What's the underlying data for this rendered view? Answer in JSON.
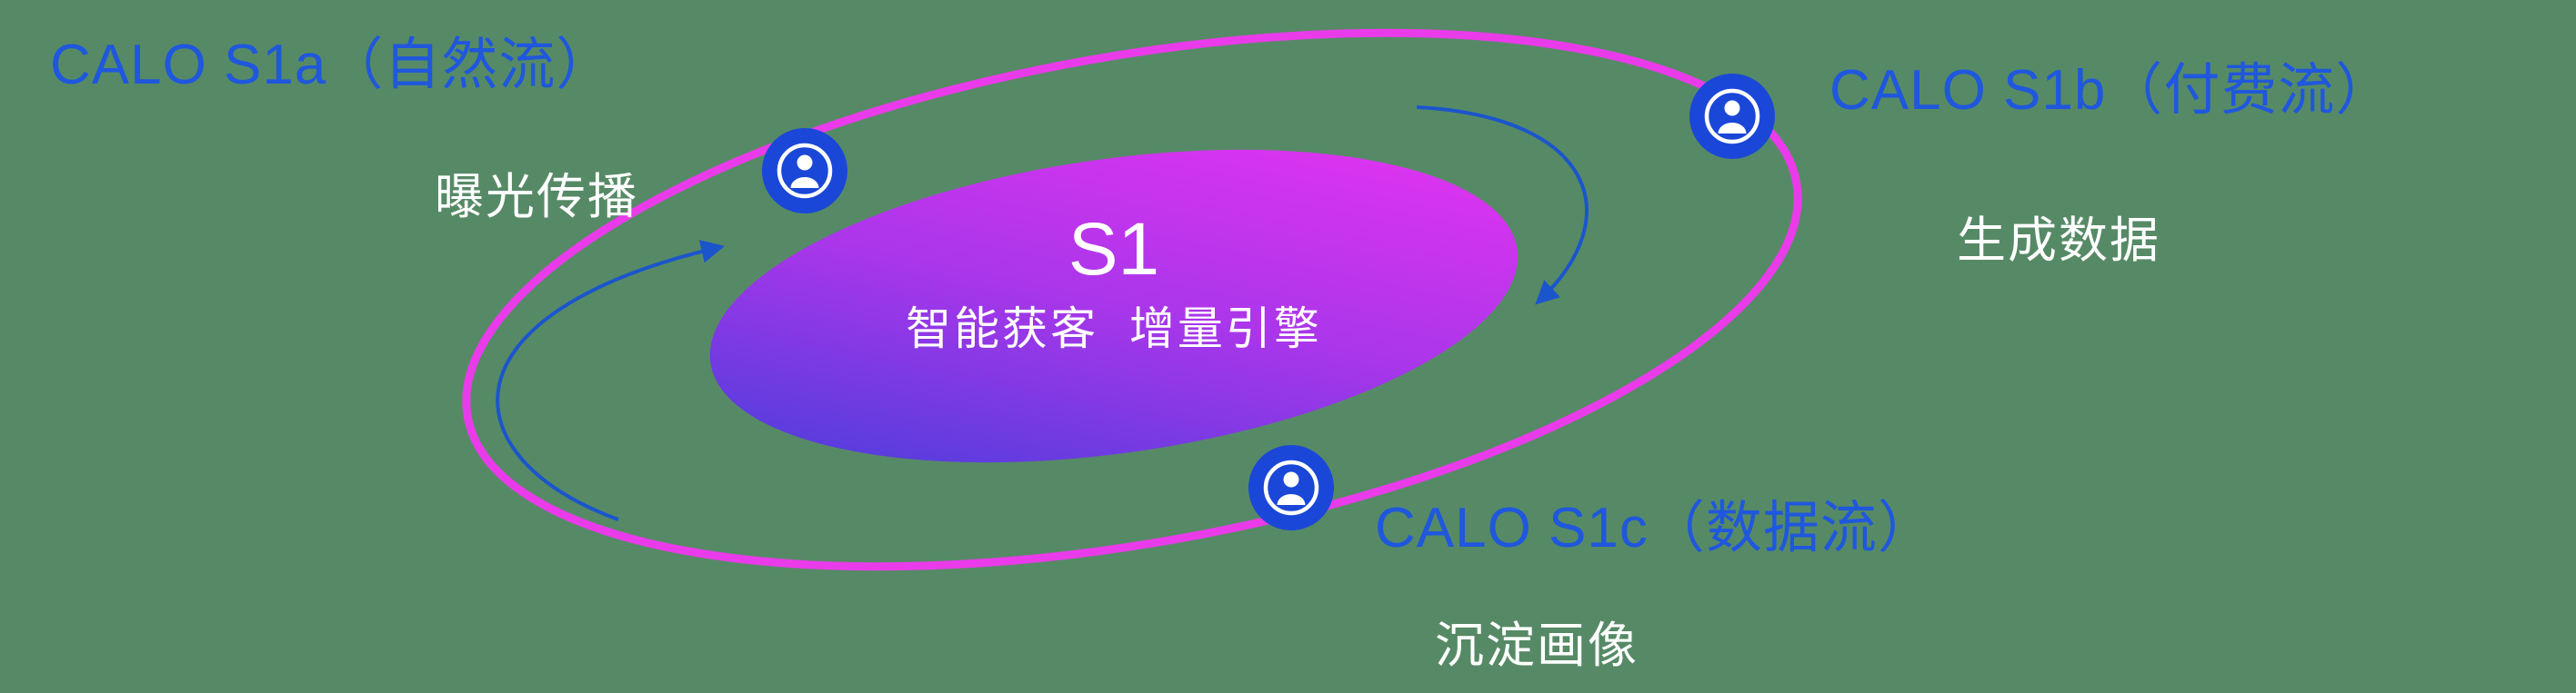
{
  "background_color": "#568a66",
  "colors": {
    "label_blue": "#1f57dd",
    "sub_label_white": "#ffffff",
    "orbit_stroke": "#e93be9",
    "node_fill": "#1a47d8",
    "node_icon_white": "#ffffff",
    "arrow_stroke": "#1b55cc",
    "core_gradient_start": "#3b3fd9",
    "core_gradient_mid": "#a936ea",
    "core_gradient_end": "#ee33f2",
    "core_text": "#ffffff"
  },
  "core": {
    "title": "S1",
    "subtitle": "智能获客  增量引擎"
  },
  "nodes": {
    "s1a": {
      "label": "CALO S1a（自然流）",
      "sublabel": "曝光传播",
      "icon": "user-icon"
    },
    "s1b": {
      "label": "CALO S1b（付费流）",
      "sublabel": "生成数据",
      "icon": "user-icon"
    },
    "s1c": {
      "label": "CALO S1c（数据流）",
      "sublabel": "沉淀画像",
      "icon": "user-icon"
    }
  }
}
